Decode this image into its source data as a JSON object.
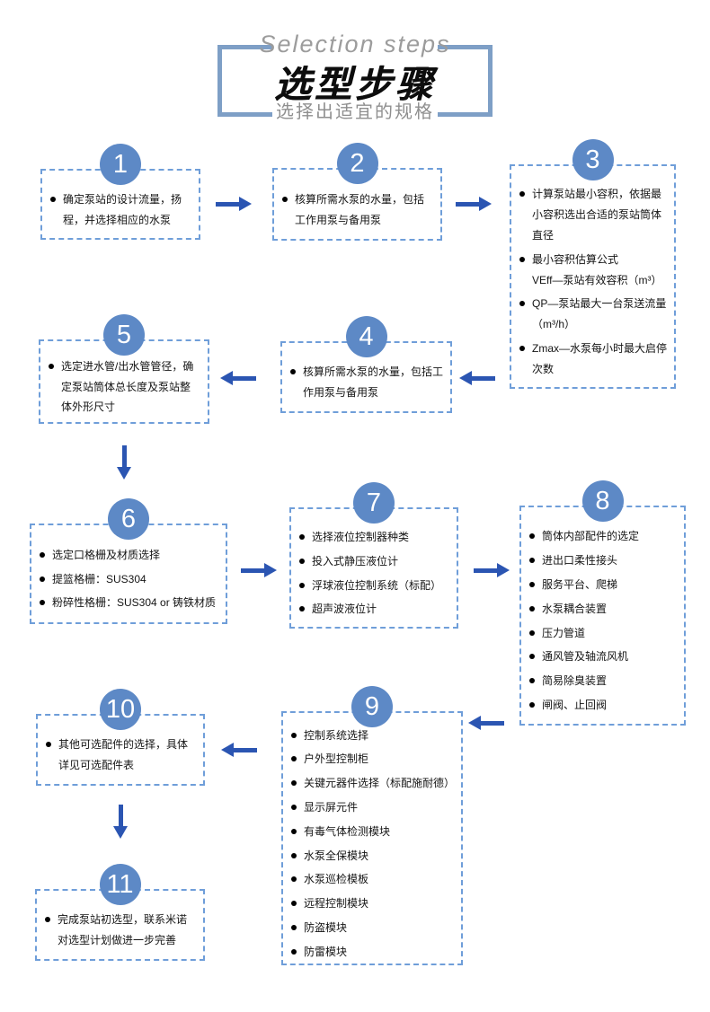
{
  "header": {
    "title_en": "Selection steps",
    "title_zh": "选型步骤",
    "subtitle": "选择出适宜的规格"
  },
  "colors": {
    "circle_blue": "#5d89c6",
    "dashed_border": "#6f9ed9",
    "arrow_blue": "#2b55b2",
    "bracket_blue": "#7e9fc6",
    "title_gray": "#9c9c9c",
    "subtitle_gray": "#8f8f8f",
    "text_dark": "#141414"
  },
  "steps": [
    {
      "number": "1",
      "items": [
        "确定泵站的设计流量，扬程，并选择相应的水泵"
      ]
    },
    {
      "number": "2",
      "items": [
        "核算所需水泵的水量，包括工作用泵与备用泵"
      ]
    },
    {
      "number": "3",
      "items": [
        "计算泵站最小容积，依据最小容积选出合适的泵站筒体直径",
        "最小容积估算公式\nVEff—泵站有效容积（m³）",
        "QP—泵站最大一台泵送流量（m³/h）",
        "Zmax—水泵每小时最大启停次数"
      ]
    },
    {
      "number": "4",
      "items": [
        "核算所需水泵的水量，包括工作用泵与备用泵"
      ]
    },
    {
      "number": "5",
      "items": [
        "选定进水管/出水管管径，确定泵站筒体总长度及泵站整体外形尺寸"
      ]
    },
    {
      "number": "6",
      "items": [
        "选定口格栅及材质选择",
        "提篮格栅：SUS304",
        "粉碎性格栅：SUS304 or 铸铁材质"
      ]
    },
    {
      "number": "7",
      "items": [
        "选择液位控制器种类",
        "投入式静压液位计",
        "浮球液位控制系统（标配）",
        "超声波液位计"
      ]
    },
    {
      "number": "8",
      "items": [
        "筒体内部配件的选定",
        "进出口柔性接头",
        "服务平台、爬梯",
        "水泵耦合装置",
        "压力管道",
        "通风管及轴流风机",
        "简易除臭装置",
        "闸阀、止回阀"
      ]
    },
    {
      "number": "9",
      "items": [
        "控制系统选择",
        "户外型控制柜",
        "关键元器件选择（标配施耐德）",
        "显示屏元件",
        "有毒气体检测模块",
        "水泵全保模块",
        "水泵巡检模板",
        "远程控制模块",
        "防盗模块",
        "防雷模块"
      ]
    },
    {
      "number": "10",
      "items": [
        "其他可选配件的选择，具体详见可选配件表"
      ]
    },
    {
      "number": "11",
      "items": [
        "完成泵站初选型，联系米诺对选型计划做进一步完善"
      ]
    }
  ],
  "arrows": [
    {
      "from": "1",
      "to": "2",
      "direction": "right"
    },
    {
      "from": "2",
      "to": "3",
      "direction": "right"
    },
    {
      "from": "3",
      "to": "4",
      "direction": "left"
    },
    {
      "from": "4",
      "to": "5",
      "direction": "left"
    },
    {
      "from": "5",
      "to": "6",
      "direction": "down"
    },
    {
      "from": "6",
      "to": "7",
      "direction": "right"
    },
    {
      "from": "7",
      "to": "8",
      "direction": "right"
    },
    {
      "from": "8",
      "to": "9",
      "direction": "left"
    },
    {
      "from": "9",
      "to": "10",
      "direction": "left"
    },
    {
      "from": "10",
      "to": "11",
      "direction": "down"
    }
  ]
}
